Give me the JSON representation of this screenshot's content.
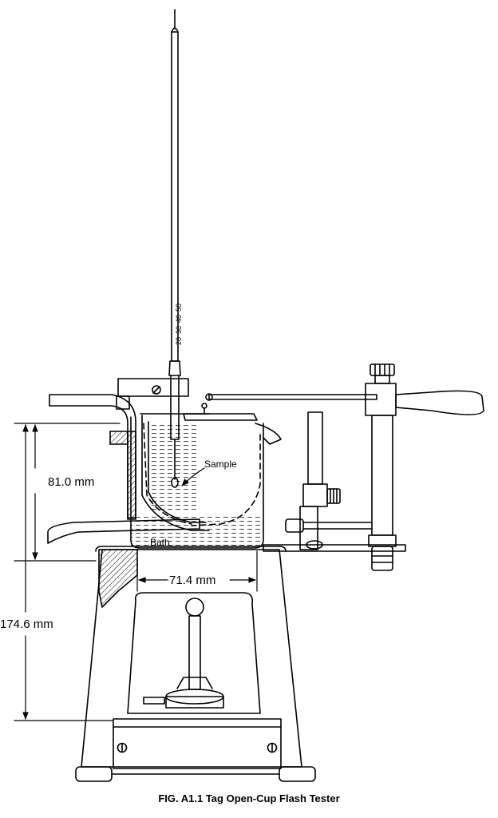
{
  "labels": {
    "sample": "Sample",
    "bath": "Bath",
    "dim_cup_height": "81.0 mm",
    "dim_cup_width": "71.4 mm",
    "dim_total_height": "174.6 mm"
  },
  "thermometer_scale": [
    "20",
    "30",
    "40",
    "50"
  ],
  "caption": "FIG. A1.1 Tag Open-Cup Flash Tester"
}
